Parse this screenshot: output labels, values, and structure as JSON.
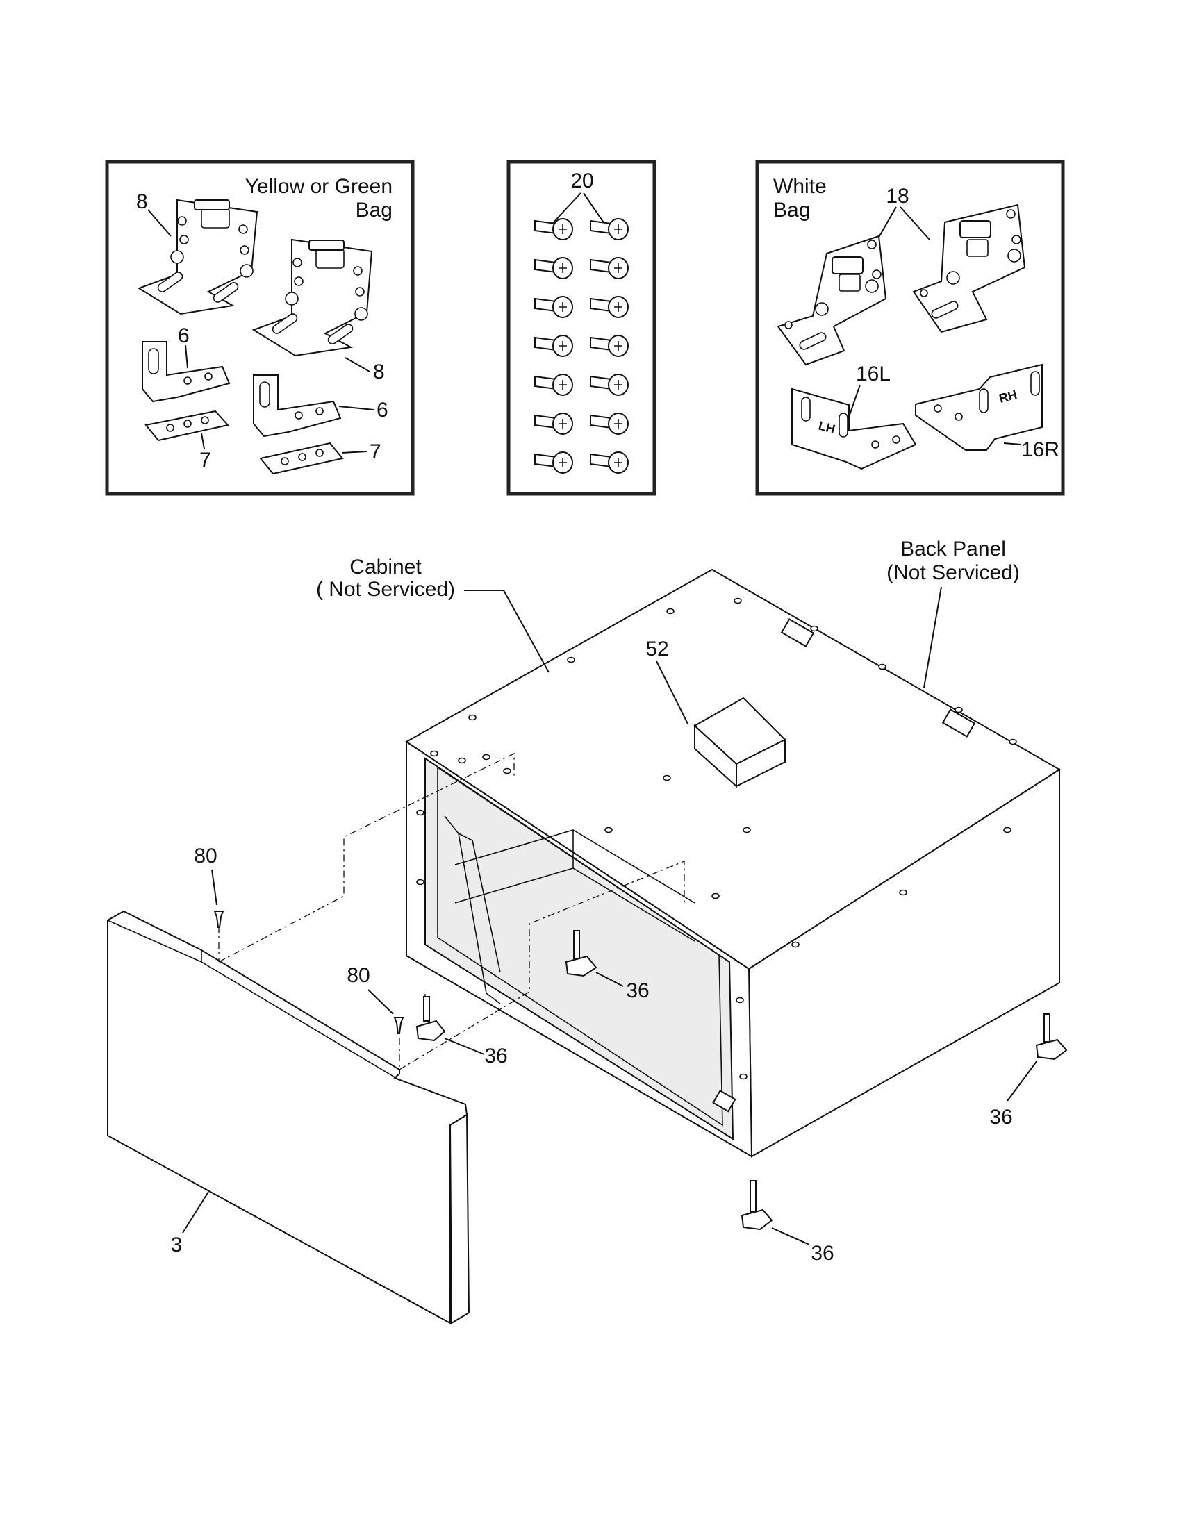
{
  "panels": {
    "left": {
      "title_line1": "Yellow or Green",
      "title_line2": "Bag",
      "callouts": [
        "8",
        "8",
        "6",
        "6",
        "7",
        "7"
      ]
    },
    "middle": {
      "callout": "20"
    },
    "right": {
      "title_line1": "White",
      "title_line2": "Bag",
      "callouts": [
        "18",
        "16L",
        "16R"
      ],
      "bracket_marks": [
        "LH",
        "RH"
      ]
    }
  },
  "main": {
    "cabinet_label_line1": "Cabinet",
    "cabinet_label_line2": "( Not Serviced)",
    "back_panel_line1": "Back Panel",
    "back_panel_line2": "(Not Serviced)",
    "callouts": {
      "block": "52",
      "screw_a": "80",
      "screw_b": "80",
      "leg_a": "36",
      "leg_b": "36",
      "leg_c": "36",
      "leg_d": "36",
      "front_panel": "3"
    }
  }
}
